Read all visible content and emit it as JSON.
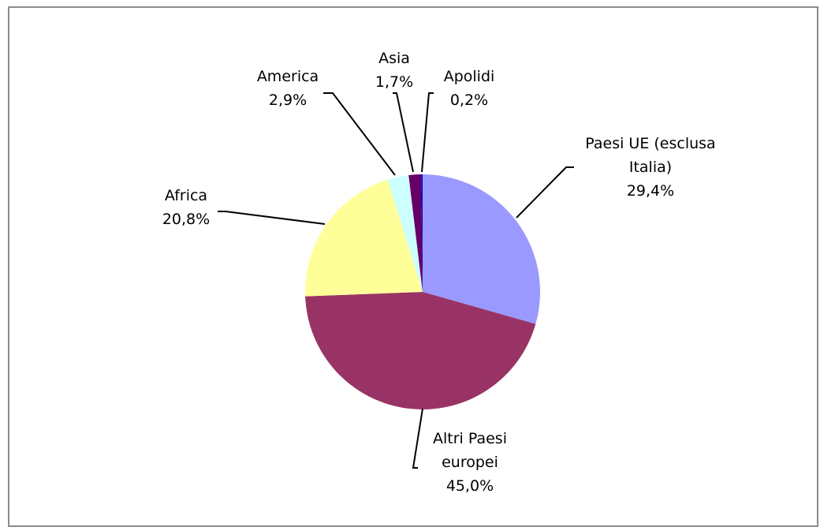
{
  "chart_data": {
    "type": "pie",
    "title": "",
    "categories": [
      "Paesi UE (esclusa Italia)",
      "Altri Paesi europei",
      "Africa",
      "America",
      "Asia",
      "Apolidi"
    ],
    "values": [
      29.4,
      45.0,
      20.8,
      2.9,
      1.7,
      0.2
    ],
    "labels": [
      [
        "Paesi UE (esclusa",
        "Italia)",
        "29,4%"
      ],
      [
        "Altri Paesi",
        "europei",
        "45,0%"
      ],
      [
        "Africa",
        "20,8%"
      ],
      [
        "America",
        "2,9%"
      ],
      [
        "Asia",
        "1,7%"
      ],
      [
        "Apolidi",
        "0,2%"
      ]
    ],
    "colors": [
      "#9999ff",
      "#993366",
      "#ffff99",
      "#ccffff",
      "#660066",
      "#0000cc"
    ],
    "start_angle": "12 o'clock",
    "direction": "clockwise",
    "legend": "none",
    "data_labels": "outside with leader lines"
  }
}
